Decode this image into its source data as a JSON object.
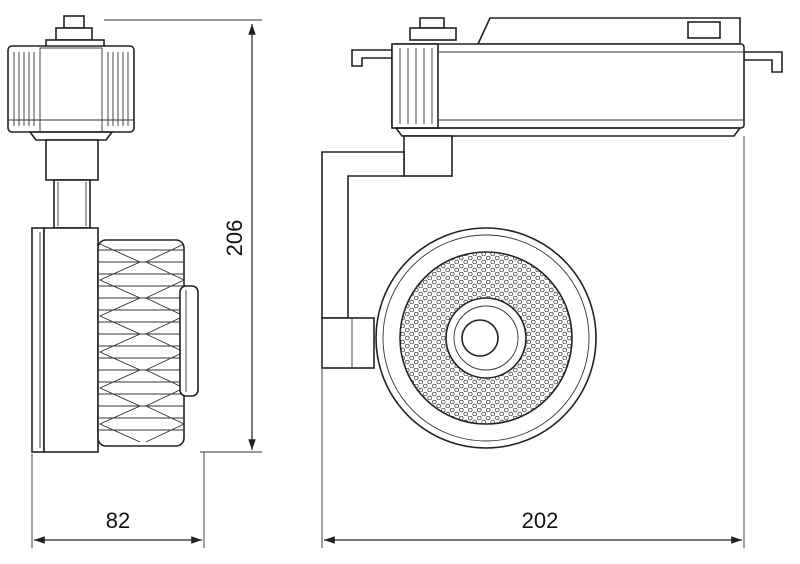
{
  "dimensions": {
    "height": "206",
    "side_width": "82",
    "front_width": "202"
  }
}
